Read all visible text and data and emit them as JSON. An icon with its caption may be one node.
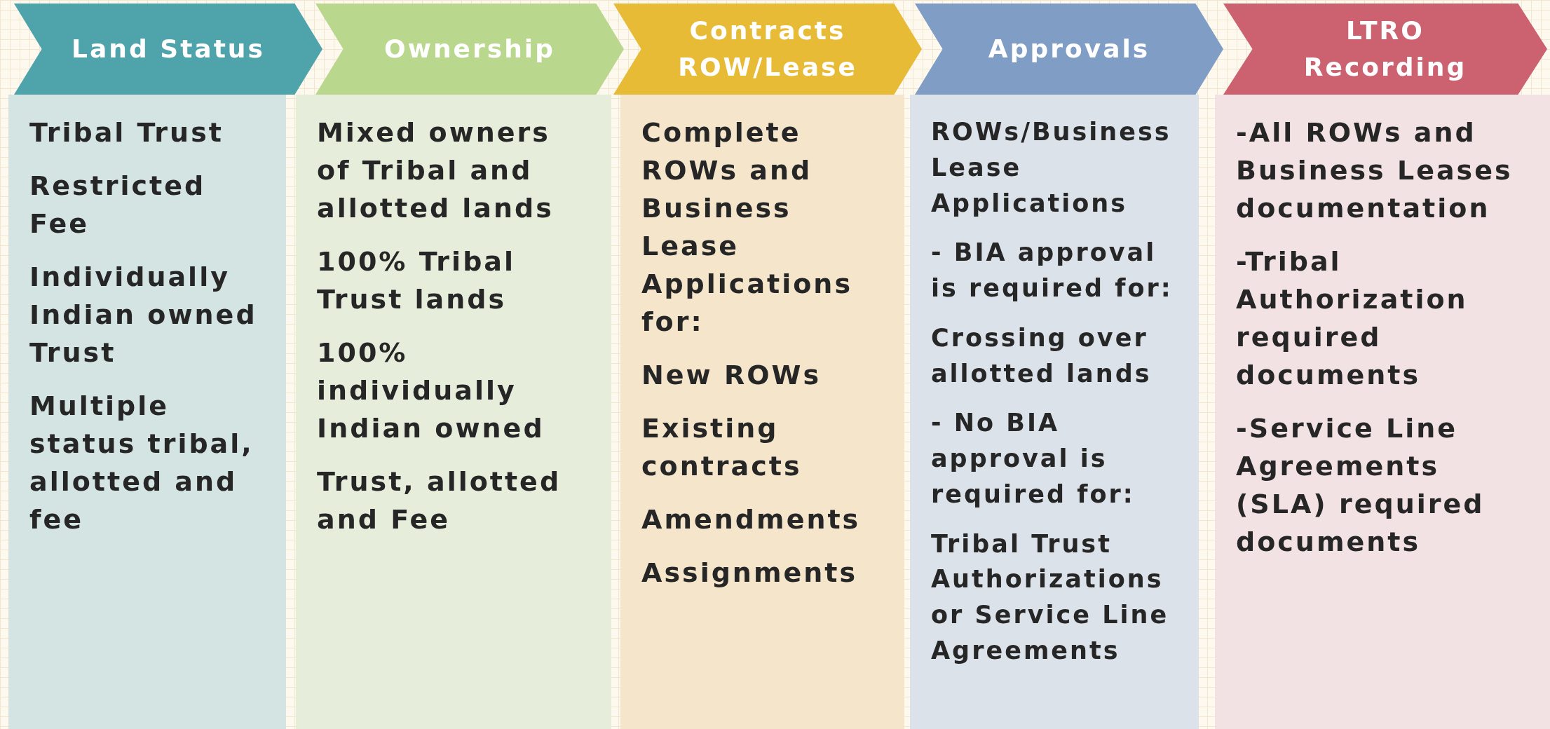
{
  "diagram": {
    "nodes": [
      {
        "text": [
          "Land Status"
        ]
      },
      {
        "text": [
          "Tribal Trust",
          "Restricted Fee",
          "Individually Indian owned Trust",
          "Multiple status tribal, allotted and fee"
        ]
      },
      {
        "text": [
          "Ownership"
        ]
      },
      {
        "text": [
          "Mixed owners of Tribal and allotted lands",
          "100% Tribal Trust lands",
          "100% individually Indian owned",
          "Trust, allotted and Fee"
        ]
      },
      {
        "text": [
          "Contracts ROW/Lease"
        ]
      },
      {
        "text": [
          "Complete ROWs and Business Lease Applications for:",
          "New ROWs",
          "Existing contracts",
          "Amendments",
          "Assignments"
        ]
      },
      {
        "text": [
          "Approvals"
        ]
      },
      {
        "text": [
          "ROWs/Business Lease Applications",
          "- BIA approval is required for:",
          "Crossing over allotted lands",
          "- No BIA approval is required for:",
          "Tribal Trust Authorizations or Service Line Agreements"
        ]
      },
      {
        "text": [
          "LTRO Recording"
        ]
      },
      {
        "text": [
          "-All ROWs and Business Leases documentation",
          "-Tribal Authorization required documents",
          "-Service Line Agreements (SLA) required documents"
        ]
      }
    ],
    "edges": []
  }
}
